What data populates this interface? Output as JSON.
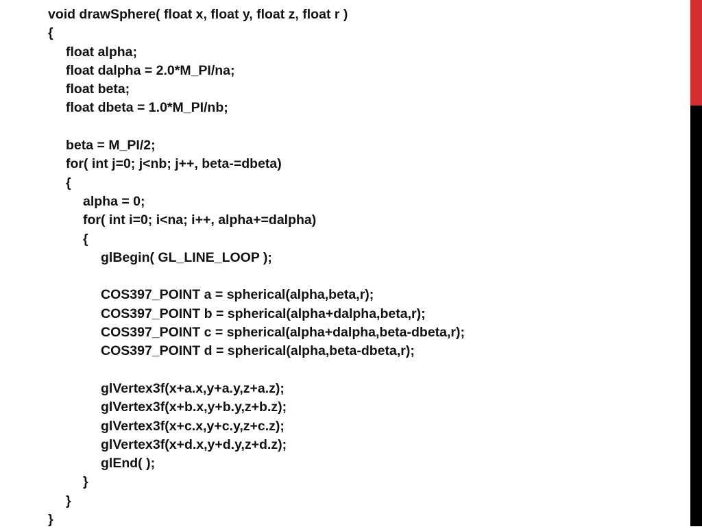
{
  "code": {
    "lines": [
      {
        "text": "void drawSphere( float x, float y, float z, float r )",
        "indent": 0
      },
      {
        "text": "{",
        "indent": 0
      },
      {
        "text": "float alpha;",
        "indent": 1
      },
      {
        "text": "float dalpha = 2.0*M_PI/na;",
        "indent": 1
      },
      {
        "text": "float beta;",
        "indent": 1
      },
      {
        "text": "float dbeta = 1.0*M_PI/nb;",
        "indent": 1
      },
      {
        "text": "",
        "indent": 1
      },
      {
        "text": "beta = M_PI/2;",
        "indent": 1
      },
      {
        "text": "for( int j=0; j<nb; j++, beta-=dbeta)",
        "indent": 1
      },
      {
        "text": "{",
        "indent": 1
      },
      {
        "text": "alpha = 0;",
        "indent": 2
      },
      {
        "text": "for( int i=0; i<na; i++, alpha+=dalpha)",
        "indent": 2
      },
      {
        "text": "{",
        "indent": 2
      },
      {
        "text": "glBegin( GL_LINE_LOOP );",
        "indent": 3
      },
      {
        "text": "",
        "indent": 3
      },
      {
        "text": "COS397_POINT a = spherical(alpha,beta,r);",
        "indent": 3
      },
      {
        "text": "COS397_POINT b = spherical(alpha+dalpha,beta,r);",
        "indent": 3
      },
      {
        "text": "COS397_POINT c = spherical(alpha+dalpha,beta-dbeta,r);",
        "indent": 3
      },
      {
        "text": "COS397_POINT d = spherical(alpha,beta-dbeta,r);",
        "indent": 3
      },
      {
        "text": "",
        "indent": 3
      },
      {
        "text": "glVertex3f(x+a.x,y+a.y,z+a.z);",
        "indent": 3
      },
      {
        "text": "glVertex3f(x+b.x,y+b.y,z+b.z);",
        "indent": 3
      },
      {
        "text": "glVertex3f(x+c.x,y+c.y,z+c.z);",
        "indent": 3
      },
      {
        "text": "glVertex3f(x+d.x,y+d.y,z+d.z);",
        "indent": 3
      },
      {
        "text": "glEnd( );",
        "indent": 3
      },
      {
        "text": "}",
        "indent": 2
      },
      {
        "text": "}",
        "indent": 1
      },
      {
        "text": "}",
        "indent": 0
      }
    ]
  },
  "theme": {
    "text_color": "#111111",
    "background": "#ffffff",
    "accent_red": "#d32f2f",
    "accent_dark": "#000000"
  }
}
